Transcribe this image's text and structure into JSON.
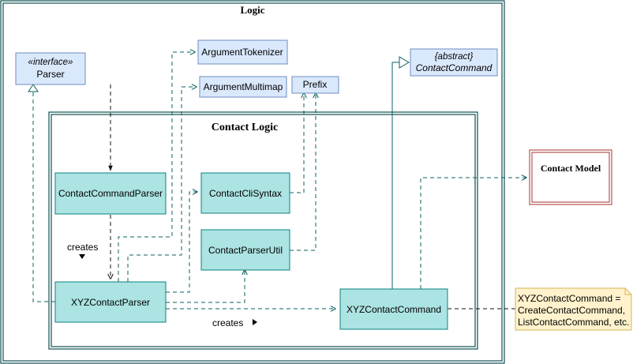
{
  "frames": {
    "logic": "Logic",
    "contact_logic": "Contact Logic"
  },
  "nodes": {
    "parser_stereotype": "«interface»",
    "parser": "Parser",
    "argument_tokenizer": "ArgumentTokenizer",
    "argument_multimap": "ArgumentMultimap",
    "prefix": "Prefix",
    "contact_command_stereotype": "{abstract}",
    "contact_command": "ContactCommand",
    "contact_command_parser": "ContactCommandParser",
    "contact_cli_syntax": "ContactCliSyntax",
    "contact_parser_util": "ContactParserUtil",
    "xyz_contact_parser": "XYZContactParser",
    "xyz_contact_command": "XYZContactCommand",
    "contact_model": "Contact Model"
  },
  "labels": {
    "creates_1": "creates",
    "creates_2": "creates"
  },
  "note": {
    "line1": "XYZContactCommand =",
    "line2": "CreateContactCommand,",
    "line3": "ListContactCommand, etc."
  },
  "colors": {
    "frame_border": "#0e4f4f",
    "class_fill": "#ace3e3",
    "class_border": "#0e8080",
    "blue_fill": "#dae8fc",
    "blue_border": "#6c8ebf",
    "note_fill": "#fff2cc",
    "note_border": "#d6b656",
    "model_border": "#b85450",
    "connector": "#0e6060"
  }
}
